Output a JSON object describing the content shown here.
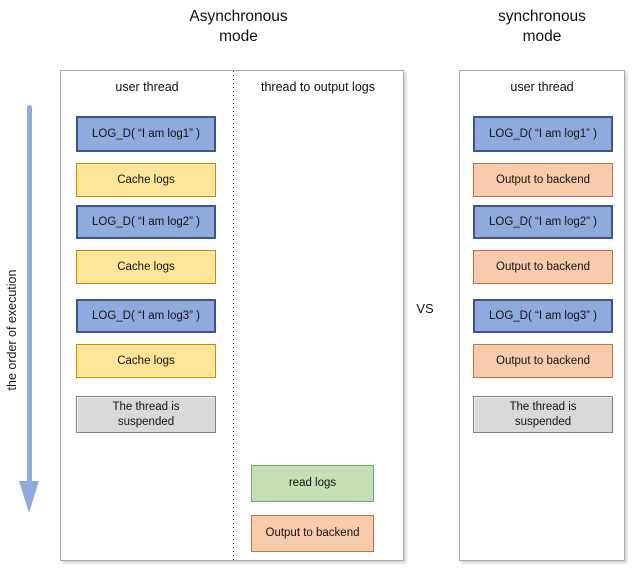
{
  "left_title": {
    "line1": "Asynchronous",
    "line2": "mode"
  },
  "right_title": {
    "line1": "synchronous",
    "line2": "mode"
  },
  "vs_label": "VS",
  "execution_axis": {
    "label": "the order of execution"
  },
  "async_panel": {
    "user_thread": {
      "header": "user thread",
      "boxes": [
        {
          "label": "LOG_D( “I am log1” )",
          "type": "log"
        },
        {
          "label": "Cache logs",
          "type": "cache"
        },
        {
          "label": "LOG_D( “I am log2” )",
          "type": "log"
        },
        {
          "label": "Cache logs",
          "type": "cache"
        },
        {
          "label": "LOG_D( “I am log3” )",
          "type": "log"
        },
        {
          "label": "Cache logs",
          "type": "cache"
        },
        {
          "label": "The thread is suspended",
          "type": "suspended"
        }
      ]
    },
    "output_thread": {
      "header": "thread to output logs",
      "boxes": [
        {
          "label": "read logs",
          "type": "read"
        },
        {
          "label": "Output to backend",
          "type": "output"
        }
      ]
    }
  },
  "sync_panel": {
    "header": "user thread",
    "boxes": [
      {
        "label": "LOG_D( “I am log1” )",
        "type": "log"
      },
      {
        "label": "Output to backend",
        "type": "output"
      },
      {
        "label": "LOG_D( “I am log2” )",
        "type": "log"
      },
      {
        "label": "Output to backend",
        "type": "output"
      },
      {
        "label": "LOG_D( “I am log3” )",
        "type": "log"
      },
      {
        "label": "Output to backend",
        "type": "output"
      },
      {
        "label": "The thread is suspended",
        "type": "suspended"
      }
    ]
  },
  "colors": {
    "log-fill": "#8FAADC",
    "log-border": "#3C558C",
    "cache-fill": "#FFE598",
    "cache-border": "#BF9000",
    "read-fill": "#C5E0B4",
    "read-border": "#7FA36B",
    "output-fill": "#F8CBAD",
    "output-border": "#C0713E",
    "suspended-fill": "#D9D9D9",
    "suspended-border": "#7F7F7F",
    "arrow": "#8FAADC",
    "panel-border": "#ABABAB",
    "text": "#1A1A1A"
  }
}
